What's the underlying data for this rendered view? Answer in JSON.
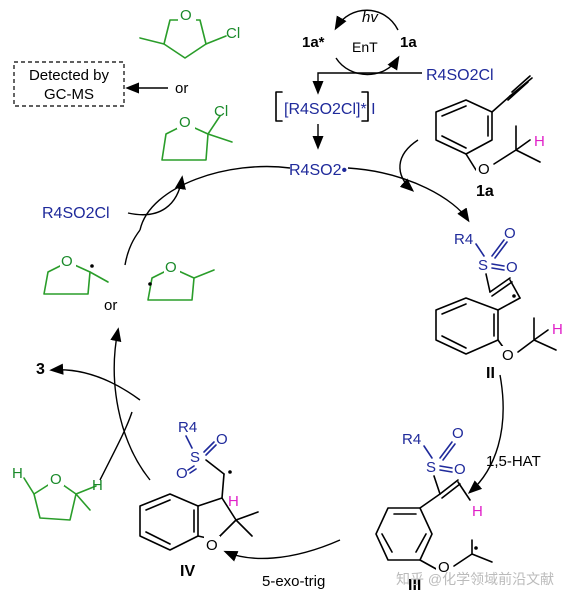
{
  "photo_cycle": {
    "hv": "hv",
    "energy_transfer": "EnT",
    "excited_catalyst": "1a*",
    "catalyst": "1a"
  },
  "reagent_top": "R4SO2Cl",
  "reagent_left": "R4SO2Cl",
  "intermediate_I": "[R4SO2Cl]* I",
  "sulfonyl_radical": "R4SO2•",
  "detected_box": {
    "line1": "Detected by",
    "line2": "GC-MS"
  },
  "or_label": "or",
  "substrate_label": "1a",
  "intermediate_labels": {
    "II": "II",
    "III": "III",
    "IV": "IV"
  },
  "product_label": "3",
  "step_hat": "1,5-HAT",
  "step_cyclization": "5-exo-trig",
  "watermark": "知乎 @化学领域前沿文献",
  "colors": {
    "reagent_blue": "#1f2a9b",
    "thf_green": "#2a9d2a",
    "hydrogen_magenta": "#e020c8"
  },
  "atoms": {
    "O": "O",
    "Cl": "Cl",
    "H": "H",
    "S": "S",
    "R4": "R4"
  }
}
